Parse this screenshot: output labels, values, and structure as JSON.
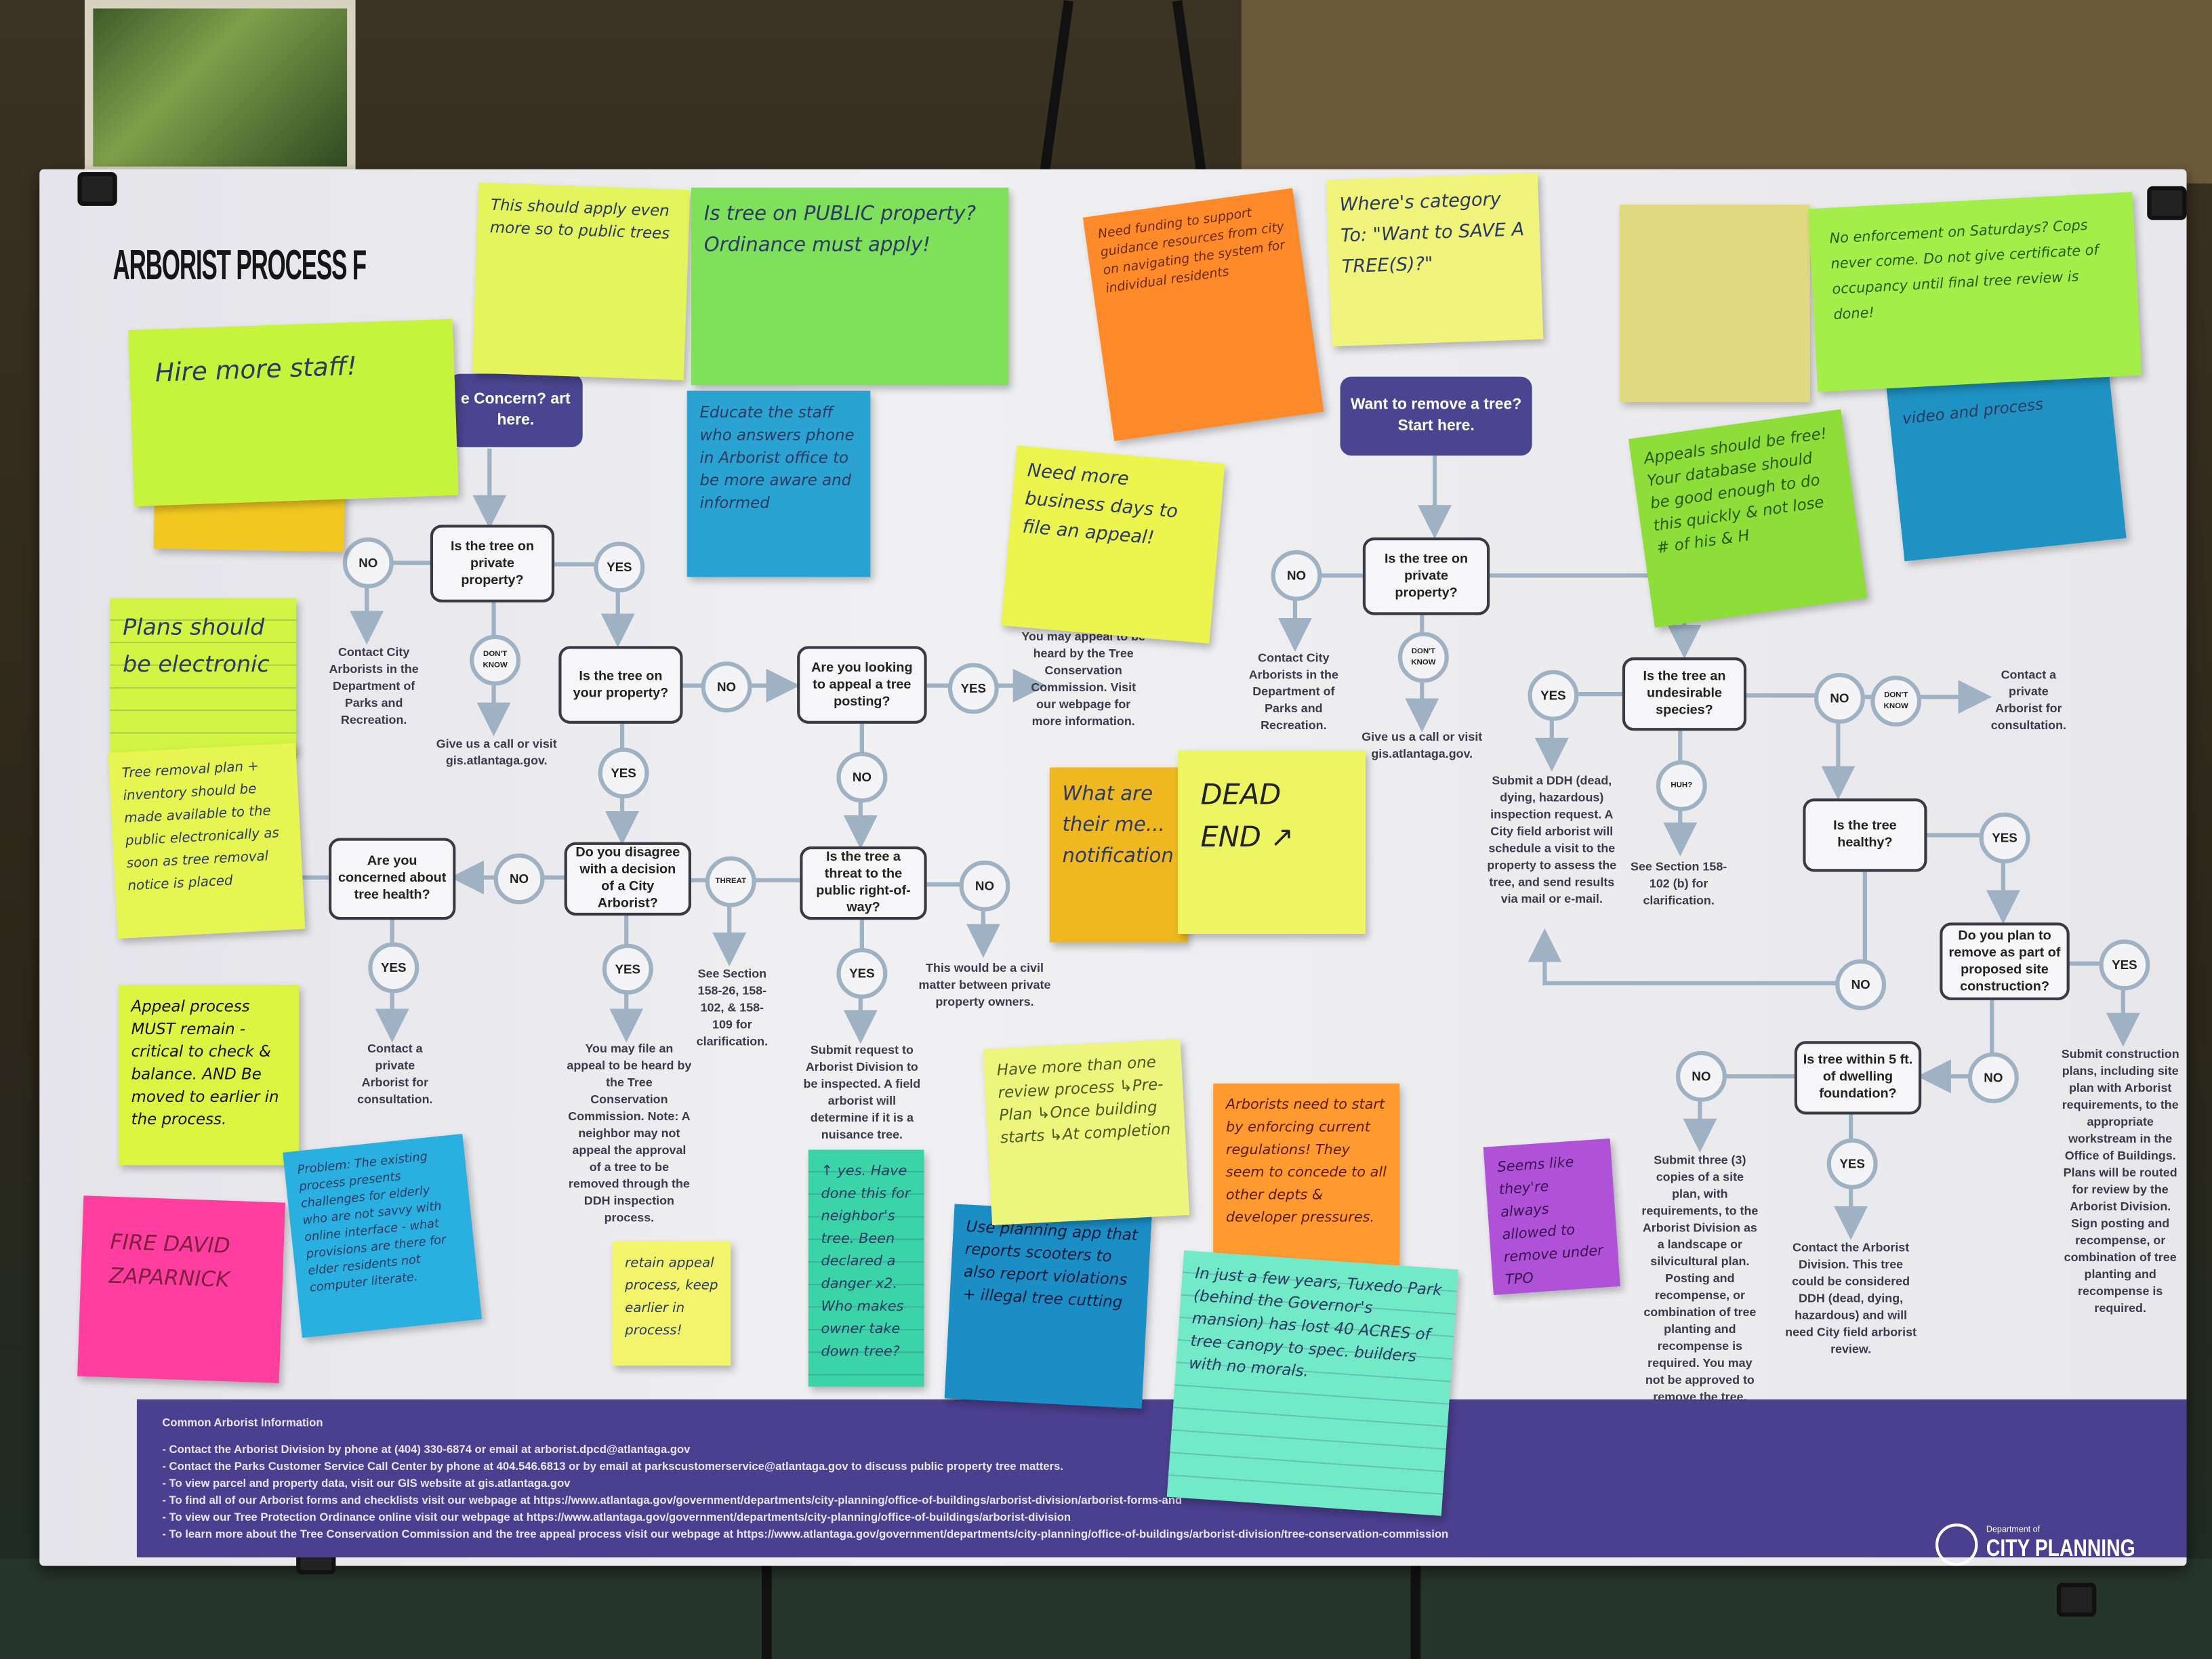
{
  "poster": {
    "title": "ARBORIST PROCESS F",
    "start_boxes": [
      "e Concern? art here.",
      "Want to remove a tree? Start here."
    ],
    "decisions": [
      "Is the tree on private property?",
      "Is the tree on your property?",
      "Are you looking to appeal a tree posting?",
      "Do you disagree with a decision of a City Arborist?",
      "Are you concerned about tree health?",
      "Is the tree a threat to the public right-of-way?",
      "Is the tree on private property?",
      "Is the tree an undesirable species?",
      "Is the tree healthy?",
      "Do you plan to remove as part of proposed site construction?",
      "Is tree within 5 ft. of dwelling foundation?"
    ],
    "connectors": [
      "NO",
      "YES",
      "DON'T KNOW",
      "NO",
      "YES",
      "YES",
      "NO",
      "NO",
      "THREAT",
      "NO",
      "YES",
      "YES",
      "YES",
      "NO",
      "DON'T KNOW",
      "YES",
      "NO",
      "DON'T KNOW",
      "HUH?",
      "YES",
      "NO",
      "YES",
      "NO",
      "NO",
      "YES"
    ],
    "outcomes": [
      "Contact City Arborists in the Department of Parks and Recreation.",
      "Give us a call or visit gis.atlantaga.gov.",
      "You may appeal to be heard by the Tree Conservation Commission. Visit our webpage for more information.",
      "Contact a private Arborist for consultation.",
      "You may file an appeal to be heard by the Tree Conservation Commission. Note: A neighbor may not appeal the approval of a tree to be removed through the DDH inspection process.",
      "See Section 158-26, 158-102, & 158-109 for clarification.",
      "Submit request to Arborist Division to be inspected. A field arborist will determine if it is a nuisance tree.",
      "This would be a civil matter between private property owners.",
      "Contact City Arborists in the Department of Parks and Recreation.",
      "Give us a call or visit gis.atlantaga.gov.",
      "Submit a DDH (dead, dying, hazardous) inspection request. A City field arborist will schedule a visit to the property to assess the tree, and send results via mail or e-mail.",
      "See Section 158-102 (b) for clarification.",
      "Contact a private Arborist for consultation.",
      "Submit construction plans, including site plan with Arborist requirements, to the appropriate workstream in the Office of Buildings. Plans will be routed for review by the Arborist Division. Sign posting and recompense, or combination of tree planting and recompense is required.",
      "Submit three (3) copies of a site plan, with requirements, to the Arborist Division as a landscape or silvicultural plan. Posting and recompense, or combination of tree planting and recompense is required. You may not be approved to remove the tree.",
      "Contact the Arborist Division. This tree could be considered DDH (dead, dying, hazardous) and will need City field arborist review."
    ],
    "footer": {
      "heading": "Common Arborist Information",
      "items": [
        "- Contact the Arborist Division by phone at (404) 330-6874 or email at arborist.dpcd@atlantaga.gov",
        "- Contact the Parks Customer Service Call Center by phone at 404.546.6813 or by email at parkscustomerservice@atlantaga.gov to discuss public property tree matters.",
        "- To view parcel and property data, visit our GIS website at gis.atlantaga.gov",
        "- To find all of our Arborist forms and checklists visit our webpage at https://www.atlantaga.gov/government/departments/city-planning/office-of-buildings/arborist-division/arborist-forms-and",
        "- To view our Tree Protection Ordinance online visit our webpage at https://www.atlantaga.gov/government/departments/city-planning/office-of-buildings/arborist-division",
        "- To learn more about the Tree Conservation Commission and the tree appeal process visit our webpage at https://www.atlantaga.gov/government/departments/city-planning/office-of-buildings/arborist-division/tree-conservation-commission"
      ],
      "logo_dept": "Department of",
      "logo_name": "CITY PLANNING"
    }
  },
  "notes": [
    {
      "text": "This should apply even more so to public trees",
      "color": "#e4f45c"
    },
    {
      "text": "Is tree on PUBLIC property? Ordinance must apply!",
      "color": "#7fe05c"
    },
    {
      "text": "Hire more staff!",
      "color": "#c6f43c"
    },
    {
      "text": "Educate the staff who answers phone in Arborist office to be more aware and informed",
      "color": "#2aa2d2"
    },
    {
      "text": "Need funding to support guidance resources from city on navigating the system for individual residents",
      "color": "#ff8a2a"
    },
    {
      "text": "Need more business days to file an appeal!",
      "color": "#ecf54e"
    },
    {
      "text": "Where's category To: \"Want to SAVE A TREE(S)?\"",
      "color": "#f0f47a"
    },
    {
      "text": "",
      "color": "#e2da80"
    },
    {
      "text": "No enforcement on Saturdays? Cops never come. Do not give certificate of occupancy until final tree review is done!",
      "color": "#a4ee4a"
    },
    {
      "text": "video and process",
      "color": "#1e92c2"
    },
    {
      "text": "Appeals should be free! Your database should be good enough to do this quickly & not lose # of his & H",
      "color": "#8ede3a"
    },
    {
      "text": "Plans should be electronic",
      "color": "#d2f442"
    },
    {
      "text": "Tree removal plan + inventory should be made available to the public electronically as soon as tree removal notice is placed",
      "color": "#e6f552"
    },
    {
      "text": "What are their me... notification",
      "color": "#f0b820"
    },
    {
      "text": "DEAD END ↗",
      "color": "#eef562"
    },
    {
      "text": "Appeal process MUST remain - critical to check & balance. AND Be moved to earlier in the process.",
      "color": "#dcf442"
    },
    {
      "text": "FIRE DAVID ZAPARNICK",
      "color": "#ff3ea0"
    },
    {
      "text": "Problem: The existing process presents challenges for elderly who are not savvy with online interface - what provisions are there for elder residents not computer literate.",
      "color": "#2ab0e0"
    },
    {
      "text": "retain appeal process, keep earlier in process!",
      "color": "#f2f56c"
    },
    {
      "text": "↑ yes. Have done this for neighbor's tree. Been declared a danger x2. Who makes owner take down tree?",
      "color": "#3ad4a8"
    },
    {
      "text": "Have more than one review process ↳Pre-Plan ↳Once building starts ↳At completion",
      "color": "#eef57c"
    },
    {
      "text": "Use planning app that reports scooters to also report violations + illegal tree cutting",
      "color": "#1c8ec6"
    },
    {
      "text": "Arborists need to start by enforcing current regulations! They seem to concede to all other depts & developer pressures.",
      "color": "#ff9a30"
    },
    {
      "text": "In just a few years, Tuxedo Park (behind the Governor's mansion) has lost 40 ACRES of tree canopy to spec. builders with no morals.",
      "color": "#72eac8"
    },
    {
      "text": "Seems like they're always allowed to remove under TPO",
      "color": "#b052d8"
    }
  ]
}
